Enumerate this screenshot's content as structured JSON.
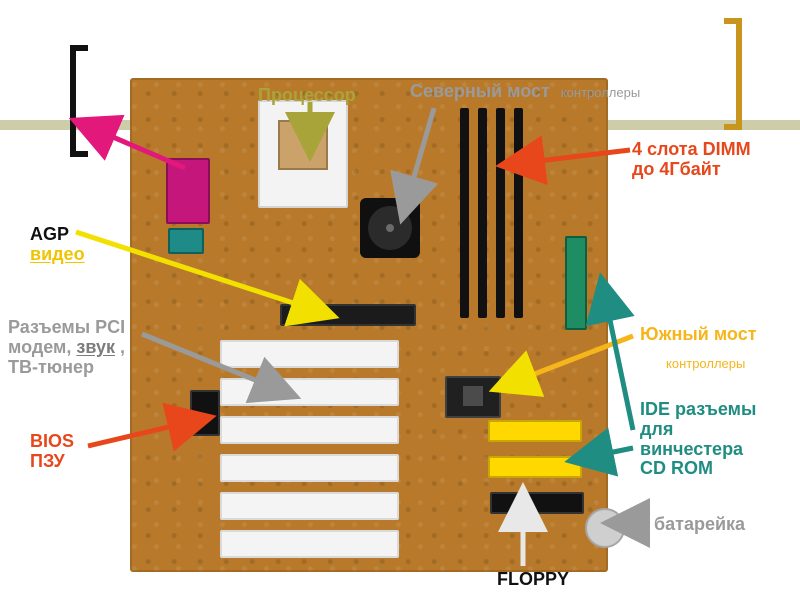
{
  "colors": {
    "cpu": "#a8a43a",
    "north": "#9a9a9a",
    "dimm": "#e7471b",
    "agp": "#f2e100",
    "pci": "#9a9a9a",
    "bios": "#e7471b",
    "south": "#f6b61b",
    "ide": "#1f8d82",
    "floppy": "#e8e8e8",
    "battery": "#9a9a9a",
    "black": "#111111",
    "pink": "#e2187a"
  },
  "labels": {
    "cpu": {
      "text": "Процессор"
    },
    "north": {
      "title": "Северный мост",
      "suffix": "контроллеры"
    },
    "dimm": {
      "line1": "4 слота DIMM",
      "line2": "до 4Гбайт"
    },
    "agp": {
      "line1": "AGP",
      "line2": "видео"
    },
    "pci": {
      "line1": "Разъемы PCI",
      "line2_prefix": "модем,",
      "line2_link": "звук",
      "line2_suffix": ",",
      "line3": "ТВ-тюнер"
    },
    "bios": {
      "line1": "BIOS",
      "line2": "ПЗУ"
    },
    "south": {
      "line1": "Южный мост",
      "line2": "контроллеры"
    },
    "ide": {
      "line1": "IDE разъемы",
      "line2": "для",
      "line3": "винчестера",
      "line4": "CD ROM"
    },
    "battery": {
      "text": "батарейка"
    },
    "floppy": {
      "text": "FLOPPY"
    }
  }
}
